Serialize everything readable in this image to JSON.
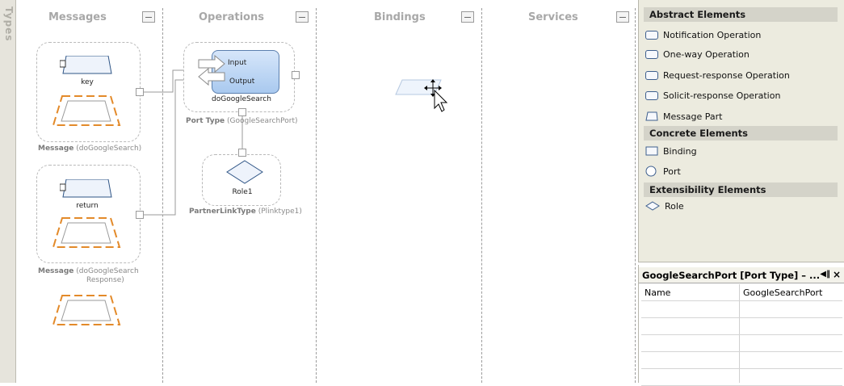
{
  "types_strip": {
    "label": "Types"
  },
  "columns": {
    "messages": "Messages",
    "operations": "Operations",
    "bindings": "Bindings",
    "services": "Services"
  },
  "messages": [
    {
      "part_label": "key",
      "caption_kind": "Message",
      "caption_name": "(doGoogleSearch)"
    },
    {
      "part_label": "return",
      "caption_kind": "Message",
      "caption_name_line1": "(doGoogleSearch",
      "caption_name_line2": "Response)"
    }
  ],
  "porttype": {
    "input_label": "Input",
    "output_label": "Output",
    "operation_name": "doGoogleSearch",
    "caption_kind": "Port Type",
    "caption_name": "(GoogleSearchPort)"
  },
  "partnerlink": {
    "role_label": "Role1",
    "caption_kind": "PartnerLinkType",
    "caption_name": "(Plinktype1)"
  },
  "palette": {
    "abstract_header": "Abstract Elements",
    "abstract_items": [
      "Notification Operation",
      "One-way Operation",
      "Request-response Operation",
      "Solicit-response Operation",
      "Message Part"
    ],
    "concrete_header": "Concrete Elements",
    "concrete_items": [
      "Binding",
      "Port"
    ],
    "extensibility_header": "Extensibility Elements",
    "extensibility_items": [
      "Role"
    ]
  },
  "properties": {
    "title": "GoogleSearchPort [Port Type] – ...",
    "rows": [
      {
        "name": "Name",
        "value": "GoogleSearchPort"
      },
      {
        "name": "",
        "value": ""
      },
      {
        "name": "",
        "value": ""
      },
      {
        "name": "",
        "value": ""
      },
      {
        "name": "",
        "value": ""
      },
      {
        "name": "",
        "value": ""
      }
    ]
  },
  "colors": {
    "dashed_orange": "#e38a2a",
    "operation_blue": "#bcd6f3",
    "header_gray": "#a8a8a8"
  }
}
